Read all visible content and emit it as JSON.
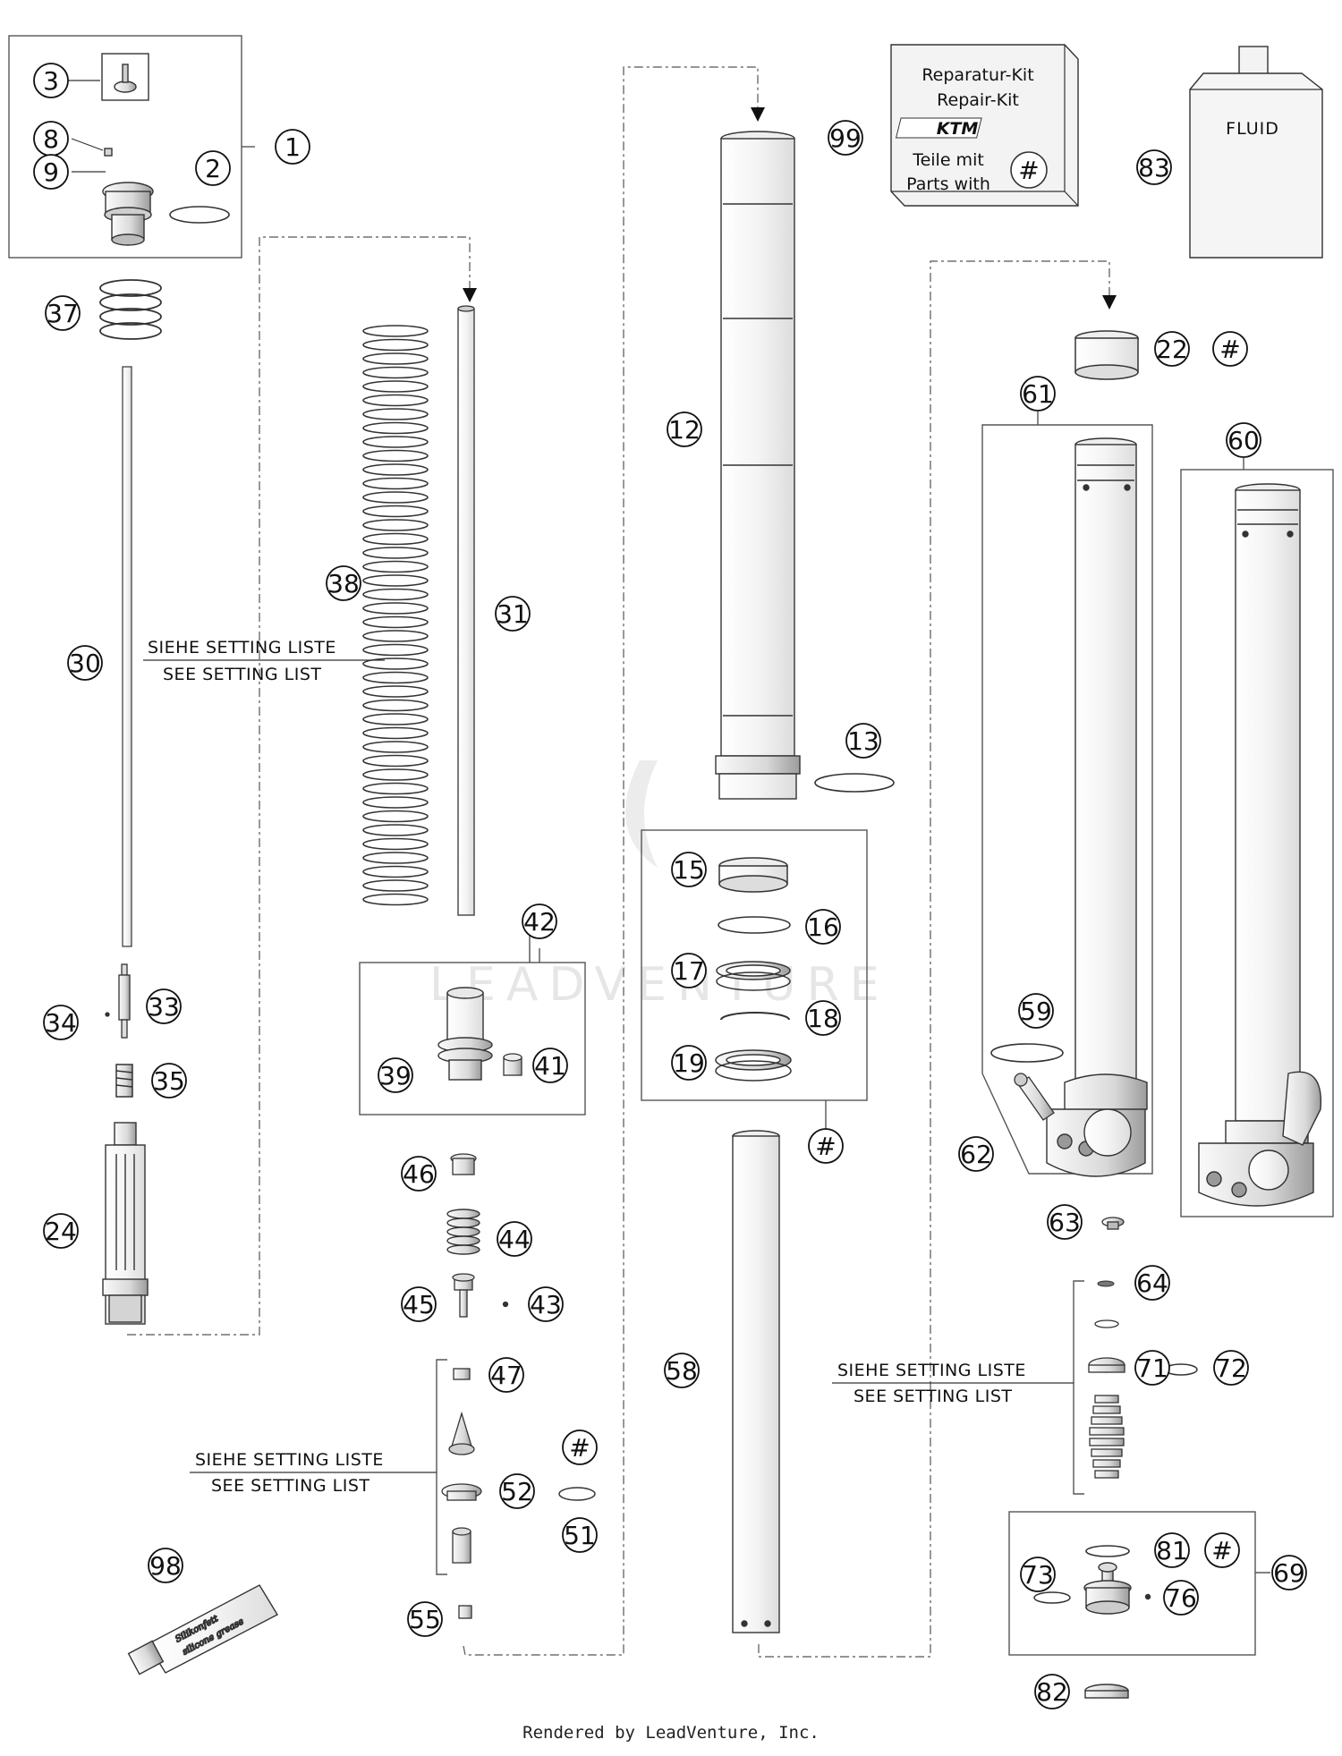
{
  "callouts": {
    "c1": "1",
    "c2": "2",
    "c3": "3",
    "c8": "8",
    "c9": "9",
    "c12": "12",
    "c13": "13",
    "c15": "15",
    "c16": "16",
    "c17": "17",
    "c18": "18",
    "c19": "19",
    "c22": "22",
    "c24": "24",
    "c30": "30",
    "c31": "31",
    "c33": "33",
    "c34": "34",
    "c35": "35",
    "c37": "37",
    "c38": "38",
    "c39": "39",
    "c41": "41",
    "c42": "42",
    "c43": "43",
    "c44": "44",
    "c45": "45",
    "c46": "46",
    "c47": "47",
    "c51": "51",
    "c52": "52",
    "c55": "55",
    "c58": "58",
    "c59": "59",
    "c60": "60",
    "c61": "61",
    "c62": "62",
    "c63": "63",
    "c64": "64",
    "c69": "69",
    "c71": "71",
    "c72": "72",
    "c73": "73",
    "c76": "76",
    "c81": "81",
    "c82": "82",
    "c83": "83",
    "c98": "98",
    "c99": "99",
    "hash": "#"
  },
  "notes": {
    "setting_de": "SIEHE SETTING LISTE",
    "setting_en": "SEE SETTING LIST"
  },
  "repair_kit": {
    "line1": "Reparatur-Kit",
    "line2": "Repair-Kit",
    "logo": "KTM",
    "line3": "Teile mit",
    "line4": "Parts with",
    "symbol": "#"
  },
  "fluid_label": "FLUID",
  "grease_label_1": "Silikonfett",
  "grease_label_2": "silicone grease",
  "watermark": "LEADVENTURE",
  "footer": "Rendered by LeadVenture, Inc."
}
